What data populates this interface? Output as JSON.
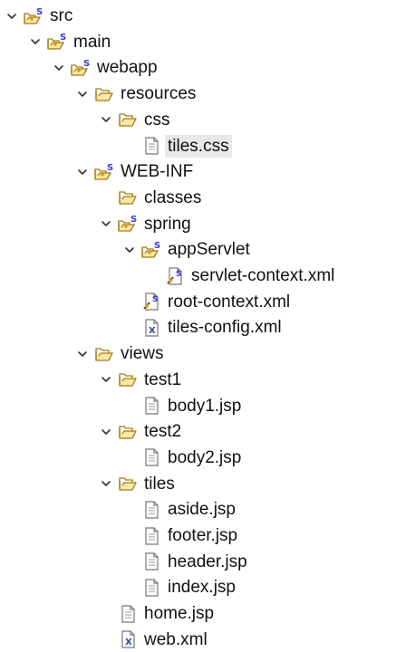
{
  "explorer": {
    "nodes": [
      {
        "label": "src",
        "icon": "spring-folder-icon",
        "expanded": true,
        "selected": false
      },
      {
        "label": "main",
        "icon": "spring-folder-icon",
        "expanded": true,
        "selected": false
      },
      {
        "label": "webapp",
        "icon": "spring-folder-icon",
        "expanded": true,
        "selected": false
      },
      {
        "label": "resources",
        "icon": "folder-open-icon",
        "expanded": true,
        "selected": false
      },
      {
        "label": "css",
        "icon": "folder-open-icon",
        "expanded": true,
        "selected": false
      },
      {
        "label": "tiles.css",
        "icon": "text-file-icon",
        "expanded": null,
        "selected": true
      },
      {
        "label": "WEB-INF",
        "icon": "spring-folder-icon",
        "expanded": true,
        "selected": false
      },
      {
        "label": "classes",
        "icon": "folder-open-icon",
        "expanded": null,
        "selected": false
      },
      {
        "label": "spring",
        "icon": "spring-folder-icon",
        "expanded": true,
        "selected": false
      },
      {
        "label": "appServlet",
        "icon": "spring-folder-icon",
        "expanded": true,
        "selected": false
      },
      {
        "label": "servlet-context.xml",
        "icon": "spring-bean-xml-icon",
        "expanded": null,
        "selected": false
      },
      {
        "label": "root-context.xml",
        "icon": "spring-bean-xml-icon",
        "expanded": null,
        "selected": false
      },
      {
        "label": "tiles-config.xml",
        "icon": "xml-file-icon",
        "expanded": null,
        "selected": false
      },
      {
        "label": "views",
        "icon": "folder-open-icon",
        "expanded": true,
        "selected": false
      },
      {
        "label": "test1",
        "icon": "folder-open-icon",
        "expanded": true,
        "selected": false
      },
      {
        "label": "body1.jsp",
        "icon": "text-file-icon",
        "expanded": null,
        "selected": false
      },
      {
        "label": "test2",
        "icon": "folder-open-icon",
        "expanded": true,
        "selected": false
      },
      {
        "label": "body2.jsp",
        "icon": "text-file-icon",
        "expanded": null,
        "selected": false
      },
      {
        "label": "tiles",
        "icon": "folder-open-icon",
        "expanded": true,
        "selected": false
      },
      {
        "label": "aside.jsp",
        "icon": "text-file-icon",
        "expanded": null,
        "selected": false
      },
      {
        "label": "footer.jsp",
        "icon": "text-file-icon",
        "expanded": null,
        "selected": false
      },
      {
        "label": "header.jsp",
        "icon": "text-file-icon",
        "expanded": null,
        "selected": false
      },
      {
        "label": "index.jsp",
        "icon": "text-file-icon",
        "expanded": null,
        "selected": false
      },
      {
        "label": "home.jsp",
        "icon": "text-file-icon",
        "expanded": null,
        "selected": false
      },
      {
        "label": "web.xml",
        "icon": "xml-file-icon",
        "expanded": null,
        "selected": false
      }
    ]
  },
  "colors": {
    "folder_stroke": "#a57a17",
    "folder_fill": "#fbe7a6",
    "spring_badge": "#3b3bd6",
    "spring_dot": "#d9a000",
    "twisty": "#333333",
    "file_stroke": "#777777",
    "selection_bg": "#e8e8e8"
  }
}
